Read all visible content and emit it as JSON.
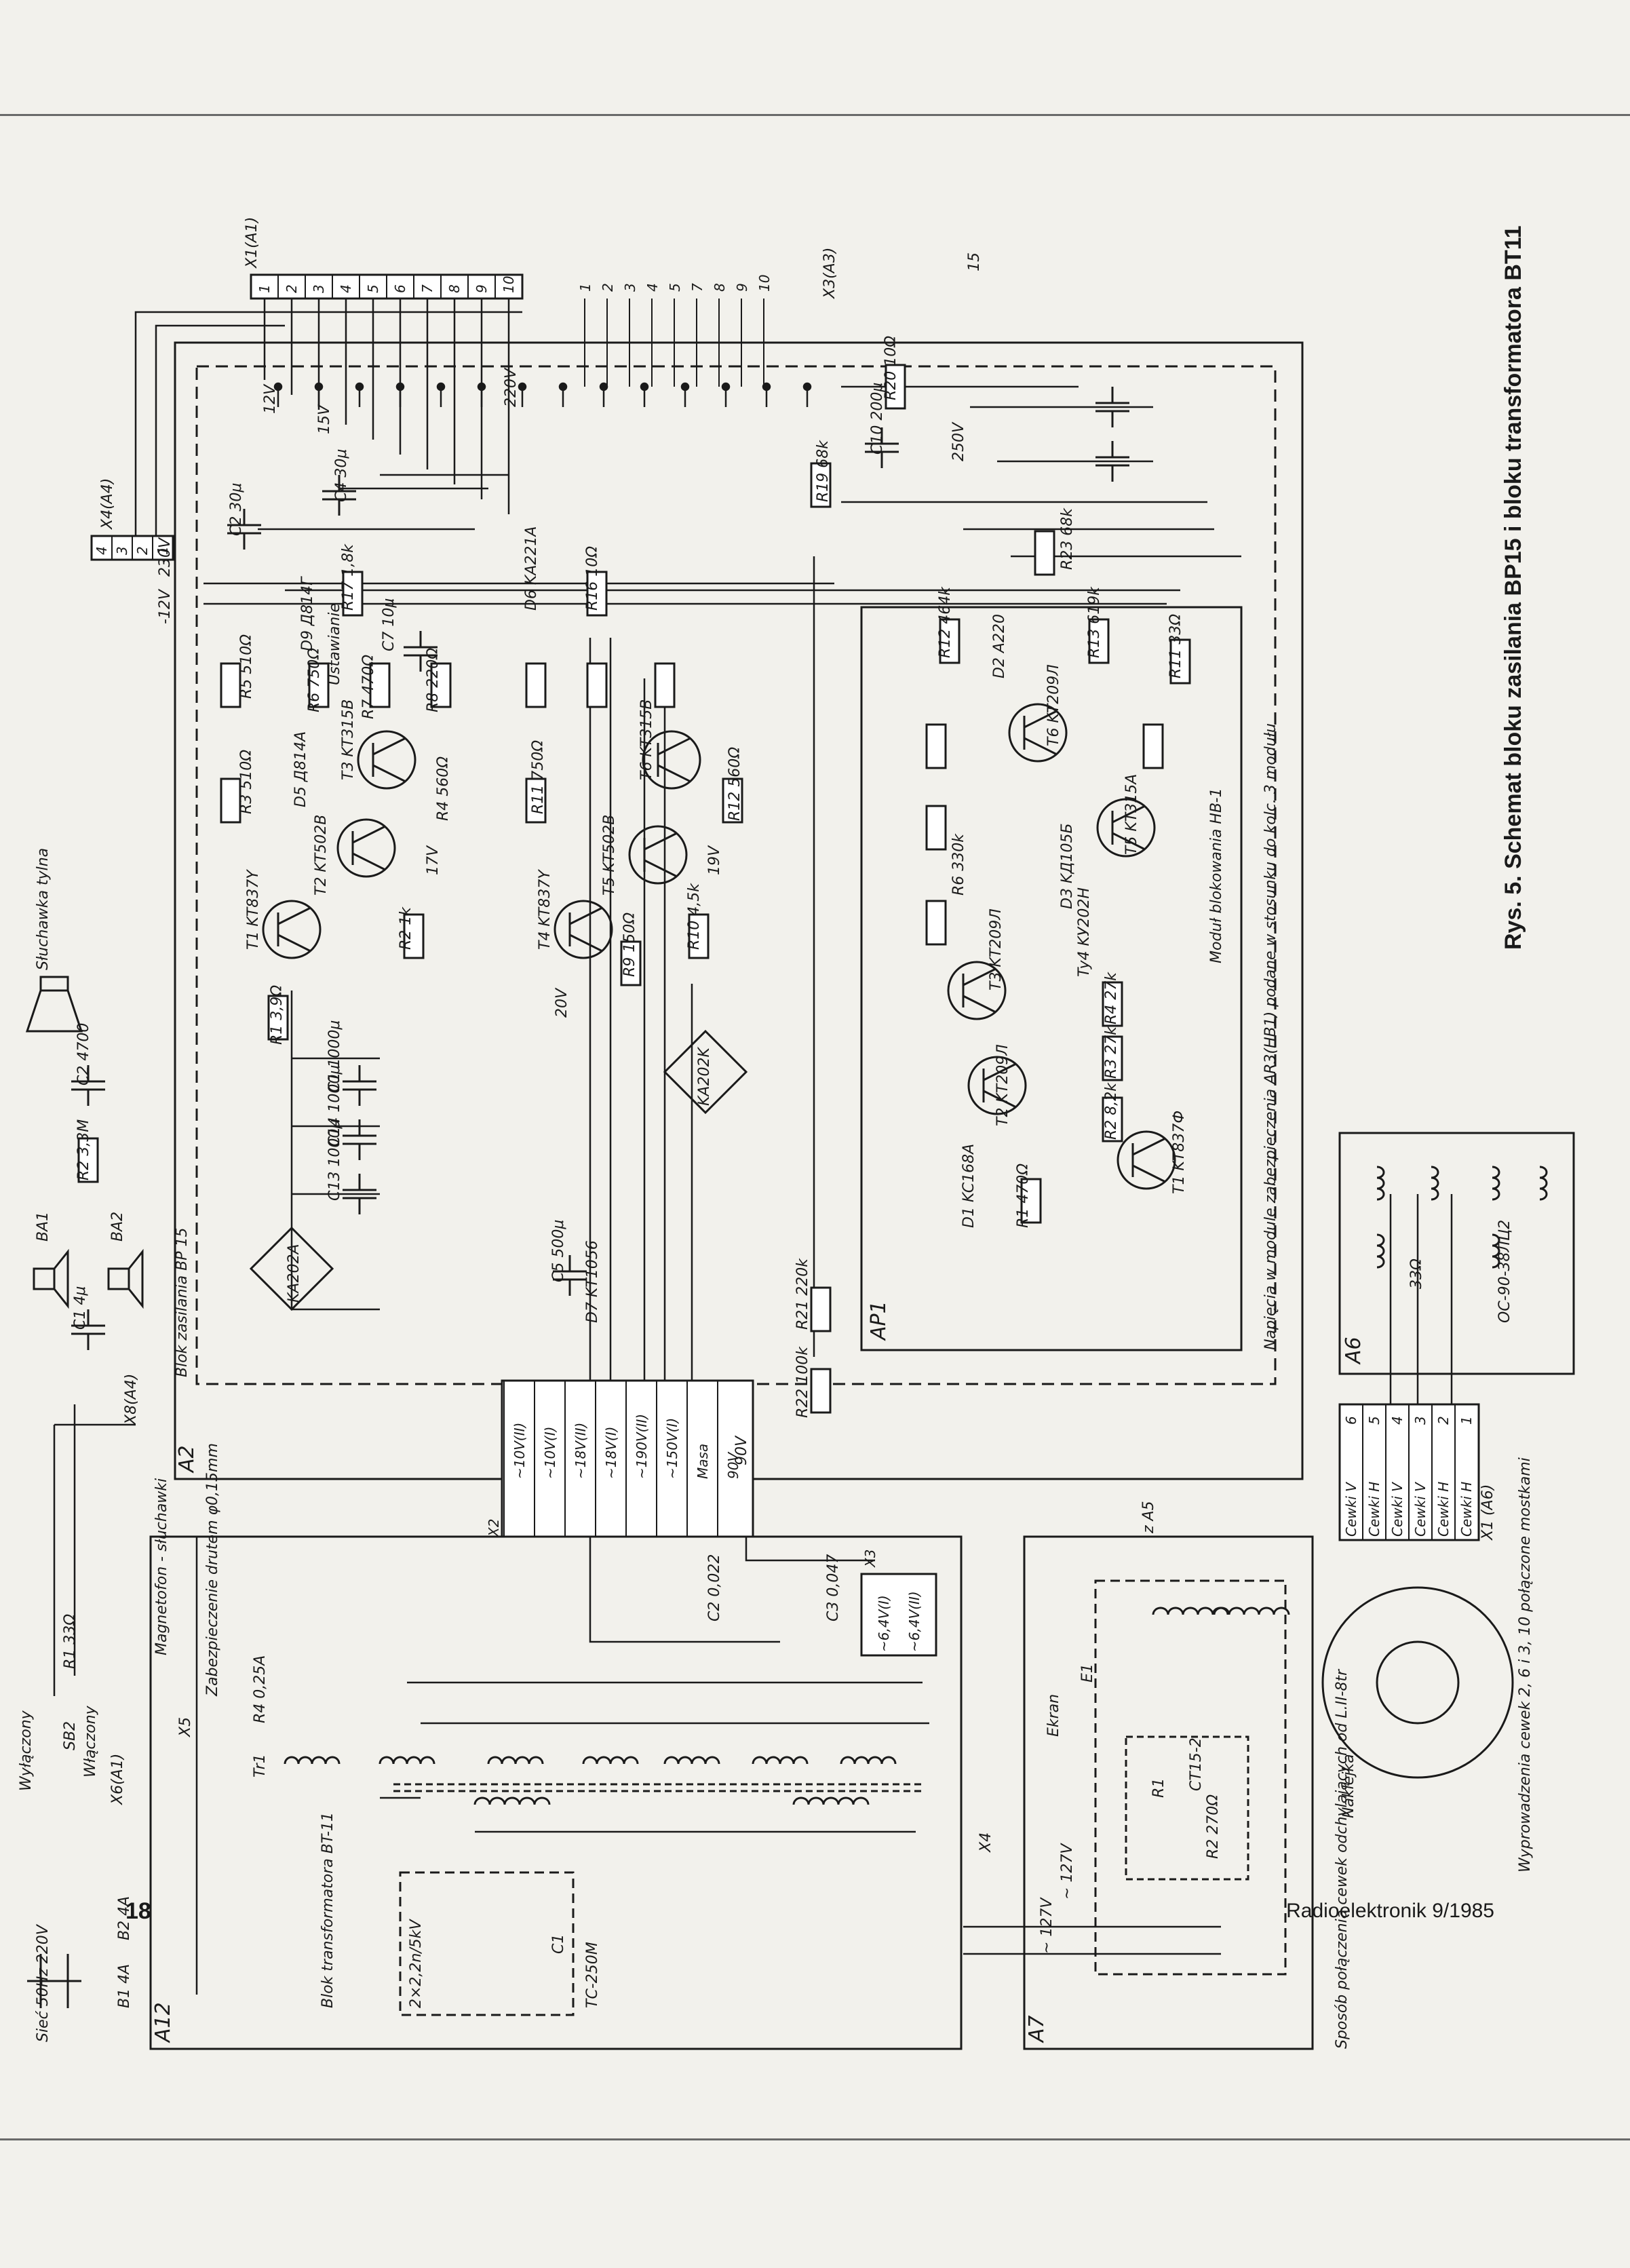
{
  "caption": "Rys. 5. Schemat bloku zasilania BP15 i bloku transformatora BT11",
  "footer": {
    "page_number": "18",
    "magazine": "Radioelektronik 9/1985"
  },
  "blocks": {
    "a2": "A2",
    "a12": "A12",
    "a7": "A7",
    "a6": "A6",
    "ap1": "AP1",
    "bp15": "Blok zasilania BP 15",
    "bt11": "Blok transformatora BT-11",
    "module": "Moduł blokowania HB-1",
    "tc250": "TC-250M",
    "ekran": "Ekran",
    "e1": "E1"
  },
  "connectors": {
    "x1": "X1(A1)",
    "x1_pins": [
      "1",
      "2",
      "3",
      "4",
      "5",
      "6",
      "7",
      "8",
      "9",
      "10"
    ],
    "x3a3": "X3(A3)",
    "x4a4": "X4(A4)",
    "x4a4_pins": [
      "4",
      "3",
      "2",
      "1"
    ],
    "x2": "X2",
    "x2_labels": [
      "~10V(II)",
      "~10V(I)",
      "~18V(II)",
      "~18V(I)",
      "~190V(II)",
      "~150V(I)",
      "Masa",
      "90V"
    ],
    "x3": "X3",
    "x3_labels": [
      "~6,4V(I)",
      "~6,4V(II)"
    ],
    "x5": "X5",
    "x6": "X6(A1)",
    "x8": "X8(A4)",
    "x4": "X4",
    "x1a6": "X1 (A6)",
    "x1a6_rows": [
      {
        "n": "6",
        "label": "Cewki V"
      },
      {
        "n": "5",
        "label": "Cewki H"
      },
      {
        "n": "4",
        "label": "Cewki V"
      },
      {
        "n": "3",
        "label": "Cewki V"
      },
      {
        "n": "2",
        "label": "Cewki H"
      },
      {
        "n": "1",
        "label": "Cewki H"
      }
    ],
    "wire_numbers": [
      "1",
      "2",
      "3",
      "4",
      "5",
      "7",
      "8",
      "9",
      "10"
    ],
    "top_15": "15"
  },
  "voltages": {
    "v12": "12V",
    "v15": "15V",
    "v220": "220V",
    "v250": "250V",
    "v230": "230V",
    "vm12": "-12V",
    "v17": "17V",
    "v19": "19V",
    "v20": "20V",
    "v90": "90V",
    "v127": "~ 127V"
  },
  "components": {
    "t1": "T1 KT837Y",
    "t2": "T2 KT502B",
    "t3": "T3 KT315B",
    "t4": "T4 KT837Y",
    "t5": "T5 KT502B",
    "t6": "T6 KT315B",
    "r1": "R1 3,9Ω",
    "r2": "R2 1k",
    "r3": "R3 510Ω",
    "r4": "R4 560Ω",
    "r5": "R5 510Ω",
    "r6": "R6 750Ω",
    "r7": "R7 470Ω",
    "r8": "R8 220Ω",
    "r9": "R9 150Ω",
    "r10": "R10 4,5k",
    "r11": "R11 750Ω",
    "r12": "R12 560Ω",
    "r16": "R16 10Ω",
    "r17": "R17 1,8k",
    "r19": "R19 68k",
    "r20": "R20 10Ω",
    "r21": "R21 220k",
    "r22": "R22 100k",
    "r23": "R23 68k",
    "c1": "C1 1000μ",
    "c2": "C2 30μ",
    "c4": "C4 30μ",
    "c5": "C5 500μ",
    "c7": "C7 10μ",
    "c10": "C10 200μ",
    "c13": "C13 1000μ",
    "c14": "C14 1000μ",
    "d1_4": "KA202A",
    "d10_13": "KA202K",
    "d5": "D5 Д814A",
    "d6": "D6 KA221A",
    "d7": "D7 KT1056",
    "d9": "D9 Д814Г",
    "ustawianie": "Ustawianie",
    "ht_t1": "T1 KT837Ф",
    "ht_t2": "T2 KT209Л",
    "ht_t3": "T3 KT209Л",
    "ht_t5": "T5 KT315A",
    "ht_t6": "T6 KT209Л",
    "ht_d1": "D1 KC168A",
    "ht_d2": "D2 A220",
    "ht_d3": "D3 KД105Б",
    "ht_r1": "R1 470Ω",
    "ht_r2": "R2 8,2k",
    "ht_r3": "R3 27k",
    "ht_r4": "R4 27k",
    "ht_r6": "R6 330k",
    "ht_r11": "R11 33Ω",
    "ht_r12": "R12 464k",
    "ht_r13": "R13 619k",
    "ht_ty4": "Ty4 KУ202H",
    "note": "Napięcia w module zabezpieczenia AR3(HB1) podane w stosunku do kolc. 3 modułu",
    "bt_b1": "B1 4A",
    "bt_b2": "B2 4A",
    "bt_r4": "R4 0,25A",
    "bt_tr1": "Tr1",
    "bt_c1": "C1",
    "bt_c2": "C2 0,022",
    "bt_c3": "C3 0,047",
    "bt_caps": "2×2,2n/5kV",
    "bt_fuse": "Zabezpieczenie drutem φ0,15mm",
    "mains": "Sieć 50Hz 220V",
    "wylaczony": "Wyłączony",
    "wlaczony": "Włączony",
    "sb2": "SB2",
    "r1_33": "R1 33Ω",
    "magn": "Magnetofon - słuchawki",
    "slu": "Słuchawka tylna",
    "ba1": "BA1",
    "ba2": "BA2",
    "c14u": "C1 4μ",
    "c2_4700": "C2 4700",
    "r2_33m": "R2 3,3M",
    "a7_r1": "R1",
    "a7_r2": "R2 270Ω",
    "a7_st": "CT15-2",
    "a7_za5": "z A5",
    "naklejka": "Naklejka",
    "wyprow": "Wyprowadzenia cewek 2, 6 i 3, 10 połączone mostkami",
    "sposob": "Sposób połączenia cewek odchylających od L.II-8tr",
    "a6_r": "33Ω",
    "a6_coil": "OC-90-38ЛЦ2"
  },
  "colors": {
    "paper": "#f2f1ec",
    "ink": "#1a1a1a",
    "rule": "#6a6a6a"
  }
}
